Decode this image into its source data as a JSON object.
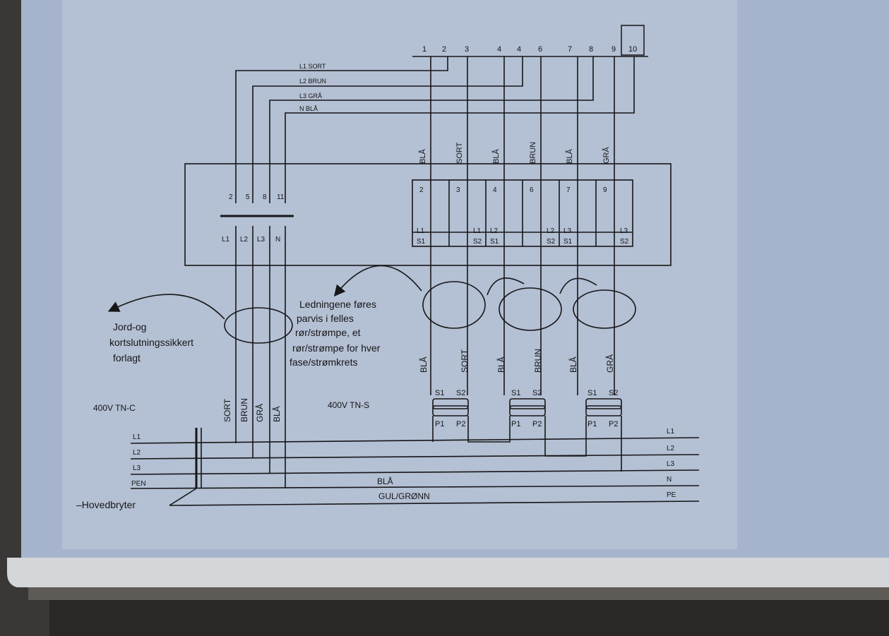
{
  "terminal_numbers": [
    "1",
    "2",
    "3",
    "4",
    "4",
    "6",
    "7",
    "8",
    "9",
    "10"
  ],
  "supply_wires": [
    "L1 SORT",
    "L2 BRUN",
    "L3 GRÅ",
    "N BLÅ"
  ],
  "top_colors": [
    "BLÅ",
    "SORT",
    "BLÅ",
    "BRUN",
    "BLÅ",
    "GRÅ"
  ],
  "switch_numbers": [
    "2",
    "5",
    "8",
    "11"
  ],
  "switch_bottom": [
    "L1",
    "L2",
    "L3",
    "N"
  ],
  "relay_numbers": [
    "2",
    "3",
    "4",
    "6",
    "7",
    "9"
  ],
  "relay_bottom": [
    "L1",
    "S1",
    "L1",
    "S2",
    "L2",
    "S1",
    "L2",
    "S2",
    "L3",
    "S1",
    "L3",
    "S2"
  ],
  "note_left": [
    "Jord-og",
    "kortslutningssikkert",
    "forlagt"
  ],
  "note_center": [
    "Ledningene føres",
    "parvis i felles",
    "rør/strømpe, et",
    "rør/strømpe for hver",
    "fase/strømkrets"
  ],
  "mid_colors": [
    "BLÅ",
    "SORT",
    "BLÅ",
    "BRUN",
    "BLÅ",
    "GRÅ"
  ],
  "left_colors": [
    "SORT",
    "BRUN",
    "GRÅ",
    "BLÅ"
  ],
  "supply_label_tnc": "400V TN-C",
  "supply_label_tns": "400V TN-S",
  "ct_secondary": [
    "S1",
    "S2"
  ],
  "ct_primary": [
    "P1",
    "P2"
  ],
  "bus_left": [
    "L1",
    "L2",
    "L3",
    "PEN"
  ],
  "bus_right": [
    "L1",
    "L2",
    "L3",
    "N",
    "PE"
  ],
  "bus_n_label": "BLÅ",
  "bus_pe_label": "GUL/GRØNN",
  "main_switch_label": "–Hovedbryter",
  "colors": {
    "panel": "#a5b4cc",
    "sheet": "#b4c0d3",
    "ink": "#161618",
    "bezel": "#d5d6d9",
    "floor": "#2a2826"
  }
}
